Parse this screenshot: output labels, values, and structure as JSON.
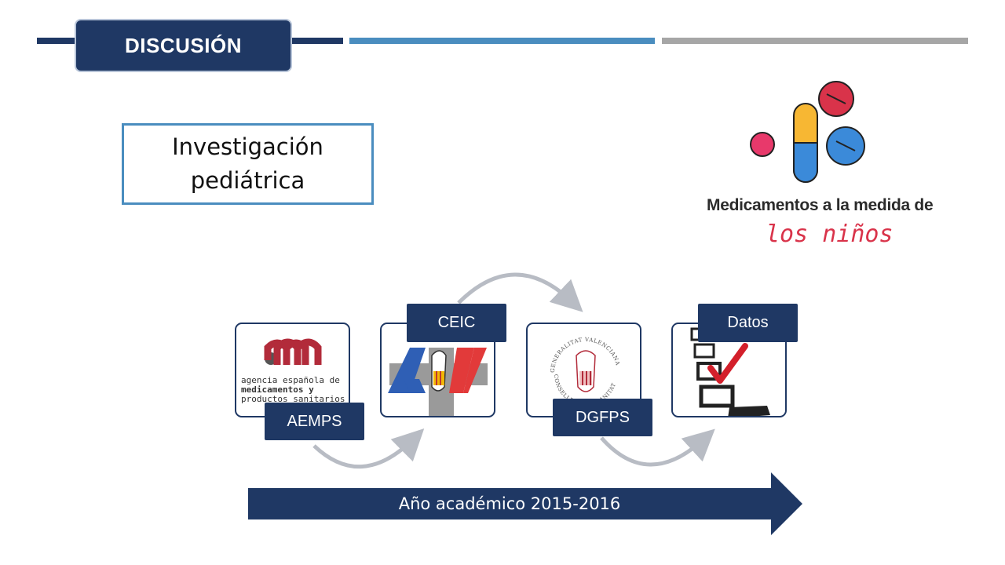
{
  "header": {
    "section_title": "DISCUSIÓN"
  },
  "topic": {
    "line1": "Investigación",
    "line2": "pediátrica"
  },
  "logo": {
    "caption": "Medicamentos a la medida de",
    "caption_hand": "los niños"
  },
  "steps": [
    {
      "label": "AEMPS",
      "logo_text": [
        "agencia española de",
        "medicamentos y",
        "productos sanitarios"
      ]
    },
    {
      "label": "CEIC"
    },
    {
      "label": "DGFPS",
      "logo_text": [
        "GENERALITAT VALENCIANA",
        "CONSELLERIA DE SANITAT"
      ]
    },
    {
      "label": "Datos"
    }
  ],
  "timeline": {
    "label": "Año académico 2015-2016"
  },
  "colors": {
    "navy": "#1f3864",
    "blue": "#4a8dbf",
    "gray": "#a6a6a6"
  }
}
